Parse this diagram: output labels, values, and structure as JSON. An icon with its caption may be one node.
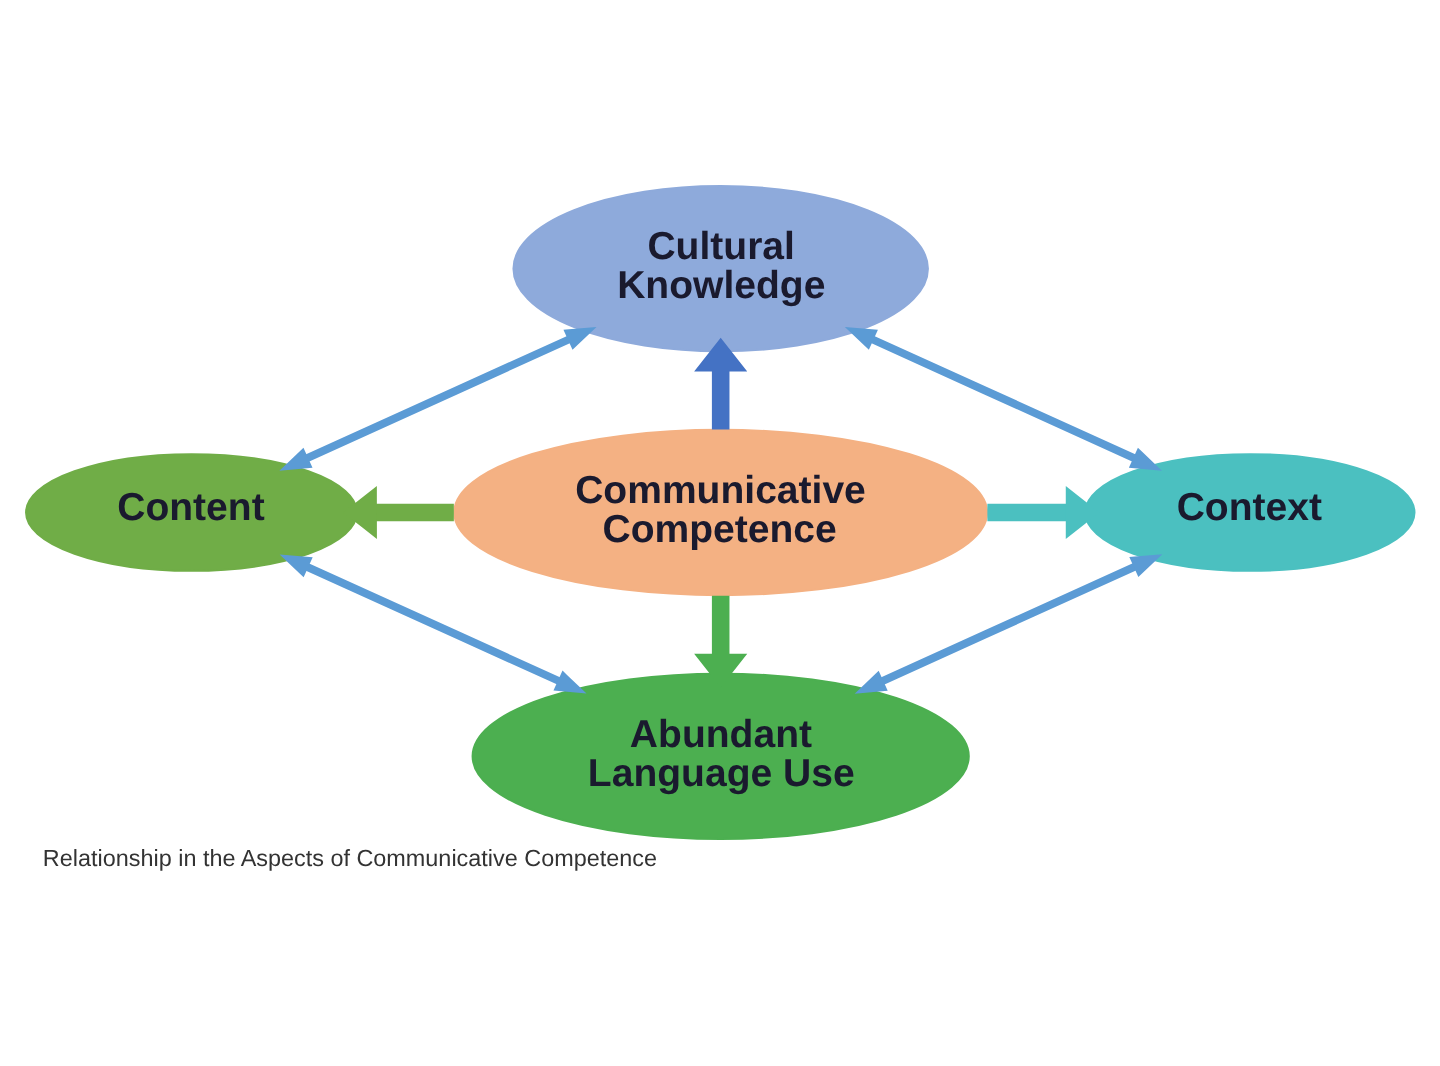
{
  "diagram": {
    "caption": "Relationship in the Aspects of Communicative Competence",
    "nodes": [
      {
        "text": [
          "Cultural Knowledge"
        ]
      },
      {
        "text": [
          "Content"
        ]
      },
      {
        "text": [
          "Communicative Competence"
        ]
      },
      {
        "text": [
          "Context"
        ]
      },
      {
        "text": [
          "Abundant Language Use"
        ]
      }
    ],
    "edges": [
      {
        "from": 2,
        "to": 0,
        "arrow": "to",
        "style": "thick",
        "color": "#4472c4"
      },
      {
        "from": 2,
        "to": 1,
        "arrow": "to",
        "style": "thick",
        "color": "#70ad47"
      },
      {
        "from": 2,
        "to": 3,
        "arrow": "to",
        "style": "thick",
        "color": "#4bc0c0"
      },
      {
        "from": 2,
        "to": 4,
        "arrow": "to",
        "style": "thick",
        "color": "#4caf50"
      },
      {
        "from": 0,
        "to": 1,
        "arrow": "both"
      },
      {
        "from": 0,
        "to": 3,
        "arrow": "both"
      },
      {
        "from": 1,
        "to": 4,
        "arrow": "both"
      },
      {
        "from": 3,
        "to": 4,
        "arrow": "both"
      }
    ]
  }
}
